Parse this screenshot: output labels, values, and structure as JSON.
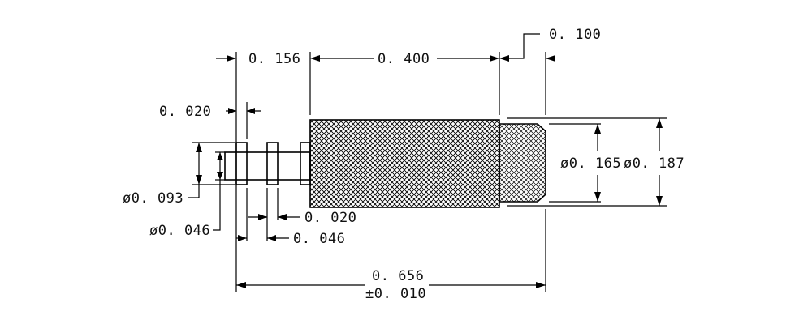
{
  "drawing": {
    "dims": {
      "d_0100": "0. 100",
      "d_0156": "0. 156",
      "d_0400": "0. 400",
      "d_0020_top": "0. 020",
      "d_dia0093": "ø0. 093",
      "d_dia0046": "ø0. 046",
      "d_0020_bottom": "0. 020",
      "d_0046_bottom": "0. 046",
      "d_dia0165": "ø0. 165",
      "d_dia0187": "ø0. 187",
      "d_0656": "0. 656",
      "d_tol": "±0. 010"
    }
  }
}
